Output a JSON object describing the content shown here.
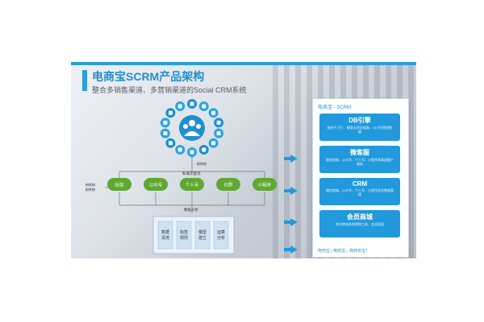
{
  "title": "电商宝SCRM产品架构",
  "subtitle": "整合多销售渠道、多营销渠道的Social CRM系统",
  "diagram": {
    "top_label": "粉转粉",
    "mid_label": "私域流量池",
    "bottom_label": "数据分析",
    "left_label_1": "粉转粉",
    "left_label_2": "粉转粉",
    "channels": [
      "短信",
      "公众号",
      "个人号",
      "社群",
      "小程序"
    ],
    "analysis_steps": [
      "数据清洗",
      "标签规则",
      "模型建立",
      "运算分析"
    ],
    "ring_icons": [
      "calendar-icon",
      "people-icon",
      "gift-icon",
      "chat-icon",
      "tag-icon",
      "cart-icon",
      "chart-icon",
      "bell-icon",
      "coupon-icon",
      "mail-icon",
      "globe-icon",
      "shop-icon",
      "star-icon",
      "phone-icon"
    ]
  },
  "panel": {
    "header": "电商宝 · SCRM",
    "cards": [
      {
        "title": "DB引擎",
        "desc": "融合千万行、精准全网全链路、24小时营销数据"
      },
      {
        "title": "微客服",
        "desc": "微信商城、公众号、个人号、小程序多渠道客户服务"
      },
      {
        "title": "CRM",
        "desc": "微信商城、公众号、个人号、小程序会员数据管理"
      },
      {
        "title": "会员商城",
        "desc": "积分商城多种营销工具、会员权益"
      }
    ],
    "footer": "电商宝 | 电商宝，商商有宝！"
  },
  "colors": {
    "accent": "#2199dc",
    "channel_green": "#5fa832"
  }
}
